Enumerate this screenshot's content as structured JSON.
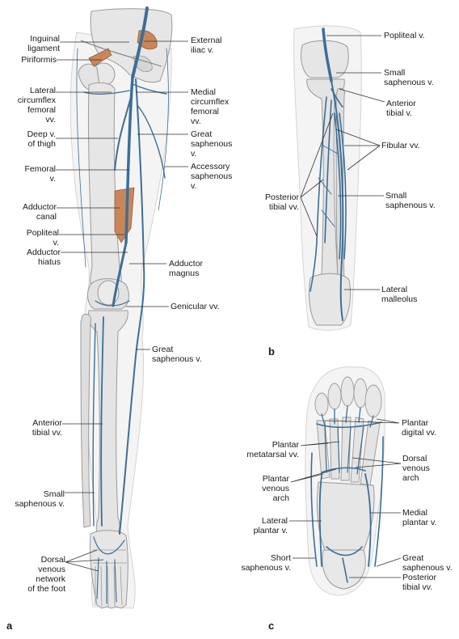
{
  "panels": {
    "a": "a",
    "b": "b",
    "c": "c"
  },
  "panel_a": {
    "labels_left": [
      {
        "id": "inguinal",
        "text": "Inguinal\nligament"
      },
      {
        "id": "piriformis",
        "text": "Piriformis"
      },
      {
        "id": "lat-circ",
        "text": "Lateral\ncircumflex\nfemoral\nvv."
      },
      {
        "id": "deep-thigh",
        "text": "Deep v.\nof thigh"
      },
      {
        "id": "femoral",
        "text": "Femoral\nv."
      },
      {
        "id": "add-canal",
        "text": "Adductor\ncanal"
      },
      {
        "id": "popliteal",
        "text": "Popliteal\nv."
      },
      {
        "id": "add-hiatus",
        "text": "Adductor\nhiatus"
      },
      {
        "id": "ant-tibial",
        "text": "Anterior\ntibial vv."
      },
      {
        "id": "small-saph",
        "text": "Small\nsaphenous v."
      },
      {
        "id": "dorsal-net",
        "text": "Dorsal\nvenous\nnetwork\nof the foot"
      }
    ],
    "labels_right": [
      {
        "id": "ext-iliac",
        "text": "External\niliac v."
      },
      {
        "id": "med-circ",
        "text": "Medial\ncircumflex\nfemoral\nvv."
      },
      {
        "id": "great-saph",
        "text": "Great\nsaphenous\nv."
      },
      {
        "id": "acc-saph",
        "text": "Accessory\nsaphenous\nv."
      },
      {
        "id": "add-magnus",
        "text": "Adductor\nmagnus"
      },
      {
        "id": "genicular",
        "text": "Genicular vv."
      },
      {
        "id": "great-saph-2",
        "text": "Great\nsaphenous v."
      }
    ]
  },
  "panel_b": {
    "labels": [
      {
        "id": "b-popliteal",
        "text": "Popliteal v."
      },
      {
        "id": "b-small-saph",
        "text": "Small\nsaphenous v."
      },
      {
        "id": "b-ant-tibial",
        "text": "Anterior\ntibial v."
      },
      {
        "id": "b-fibular",
        "text": "Fibular vv."
      },
      {
        "id": "b-post-tibial",
        "text": "Posterior\ntibial vv."
      },
      {
        "id": "b-small-saph-2",
        "text": "Small\nsaphenous v."
      },
      {
        "id": "b-lat-mall",
        "text": "Lateral\nmalleolus"
      }
    ]
  },
  "panel_c": {
    "labels": [
      {
        "id": "c-plantar-dig",
        "text": "Plantar\ndigital vv."
      },
      {
        "id": "c-plantar-meta",
        "text": "Plantar\nmetatarsal vv."
      },
      {
        "id": "c-dorsal-arch",
        "text": "Dorsal\nvenous\narch"
      },
      {
        "id": "c-plantar-arch",
        "text": "Plantar\nvenous\narch"
      },
      {
        "id": "c-lat-plantar",
        "text": "Lateral\nplantar v."
      },
      {
        "id": "c-med-plantar",
        "text": "Medial\nplantar v."
      },
      {
        "id": "c-short-saph",
        "text": "Short\nsaphenous v."
      },
      {
        "id": "c-great-saph",
        "text": "Great\nsaphenous v."
      },
      {
        "id": "c-post-tibial",
        "text": "Posterior\ntibial vv."
      }
    ]
  },
  "colors": {
    "vein": "#3d6e96",
    "bone": "#e4e4e4",
    "bone_edge": "#9a9a9a",
    "muscle": "#c9865a",
    "skin": "#efefef"
  }
}
